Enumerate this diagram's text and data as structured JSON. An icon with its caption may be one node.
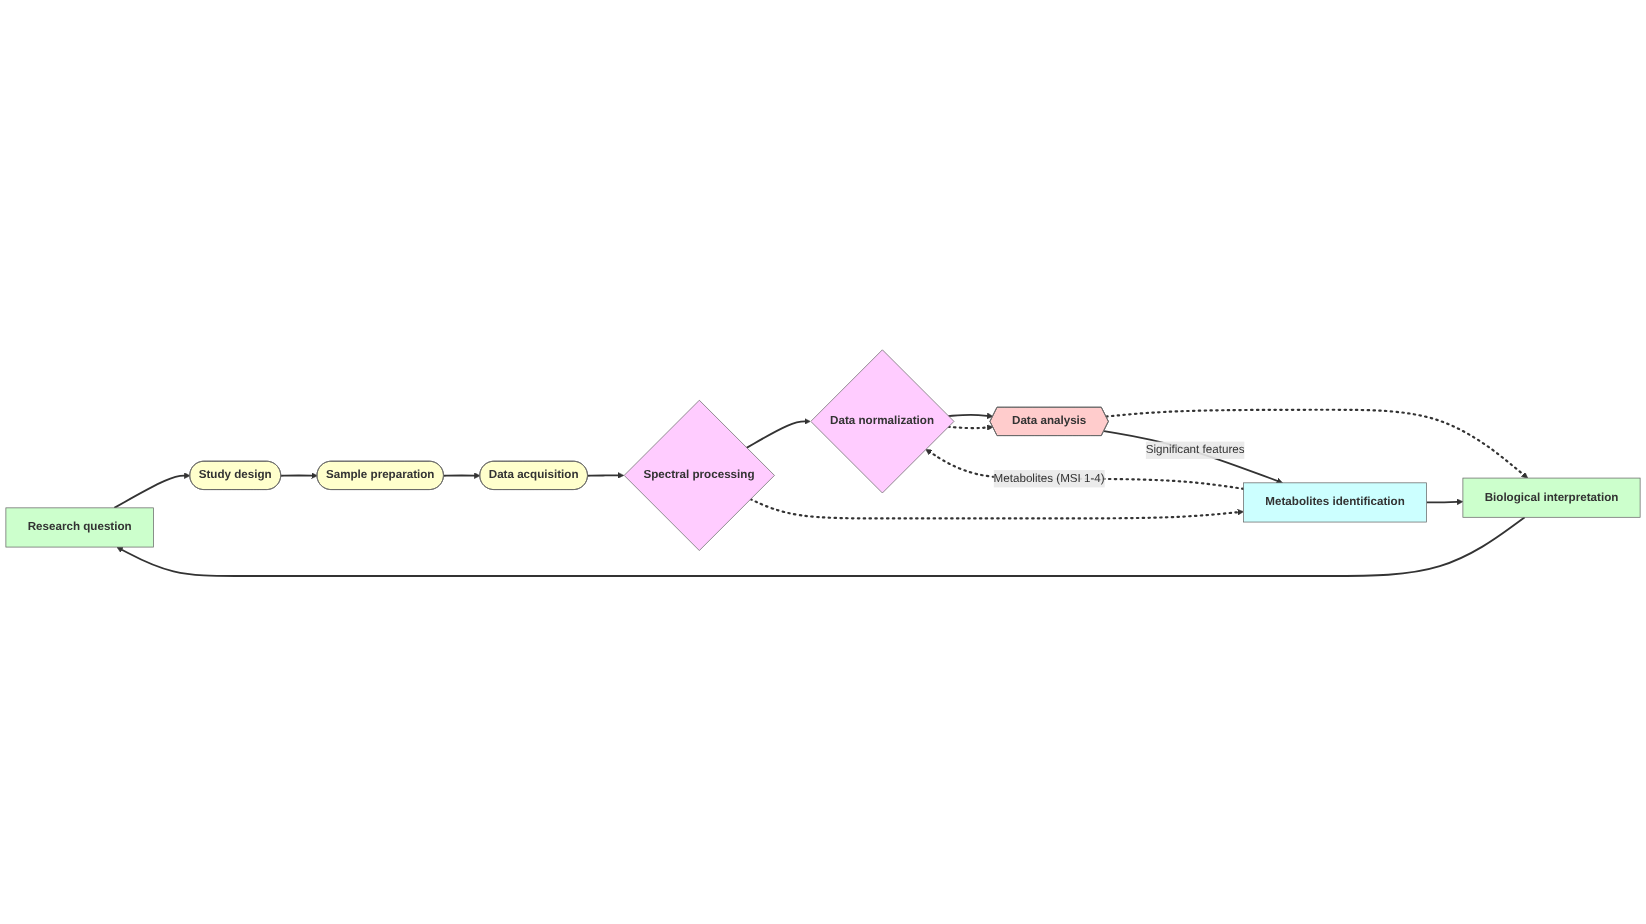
{
  "diagram": {
    "nodes": [
      {
        "text": [
          "Research question"
        ]
      },
      {
        "text": [
          "Study design"
        ]
      },
      {
        "text": [
          "Sample preparation"
        ]
      },
      {
        "text": [
          "Data acquisition"
        ]
      },
      {
        "text": [
          "Spectral processing"
        ]
      },
      {
        "text": [
          "Data normalization"
        ]
      },
      {
        "text": [
          "Data analysis"
        ]
      },
      {
        "text": [
          "Biological interpretation"
        ]
      },
      {
        "text": [
          "Metabolites identification"
        ]
      }
    ],
    "edges": [
      {
        "from": 0,
        "to": 1,
        "arrow": "to"
      },
      {
        "from": 1,
        "to": 2,
        "arrow": "to"
      },
      {
        "from": 2,
        "to": 3,
        "arrow": "to"
      },
      {
        "from": 3,
        "to": 4,
        "arrow": "to"
      },
      {
        "from": 4,
        "to": 5,
        "arrow": "to"
      },
      {
        "from": 5,
        "to": 6,
        "arrow": "to"
      },
      {
        "from": 5,
        "to": 6,
        "arrow": "to",
        "style": "dashed"
      },
      {
        "from": 6,
        "to": 7,
        "arrow": "to",
        "style": "dashed"
      },
      {
        "from": 7,
        "to": 0,
        "arrow": "to"
      },
      {
        "from": 6,
        "to": 8,
        "label": "Significant features",
        "arrow": "to"
      },
      {
        "from": 8,
        "to": 5,
        "label": "Metabolites (MSI 1-4)",
        "arrow": "to",
        "style": "dashed"
      },
      {
        "from": 4,
        "to": 8,
        "arrow": "to",
        "style": "dashed"
      },
      {
        "from": 8,
        "to": 7,
        "arrow": "to"
      }
    ]
  }
}
